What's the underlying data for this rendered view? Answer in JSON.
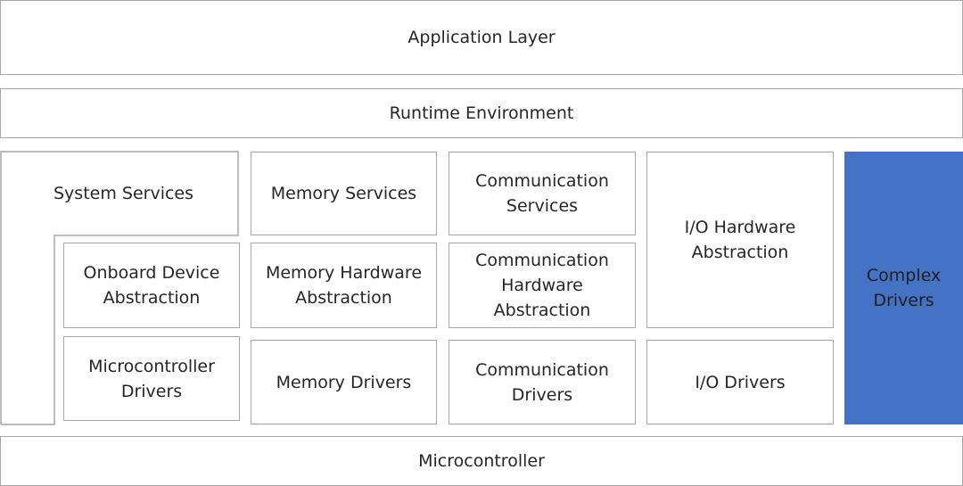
{
  "diagram": {
    "layers": {
      "application": "Application Layer",
      "runtime": "Runtime Environment",
      "microcontroller": "Microcontroller"
    },
    "services": {
      "system": "System Services",
      "memory": "Memory Services",
      "communication": "Communication\nServices"
    },
    "abstraction": {
      "onboard": "Onboard Device\nAbstraction",
      "memory": "Memory Hardware\nAbstraction",
      "communication": "Communication\nHardware\nAbstraction",
      "io": "I/O Hardware\nAbstraction"
    },
    "drivers": {
      "microcontroller": "Microcontroller\nDrivers",
      "memory": "Memory Drivers",
      "communication": "Communication\nDrivers",
      "io": "I/O Drivers",
      "complex": "Complex\nDrivers"
    },
    "colors": {
      "border": "#a6a6a6",
      "complex_fill": "#4472c4",
      "text": "#262626"
    }
  }
}
